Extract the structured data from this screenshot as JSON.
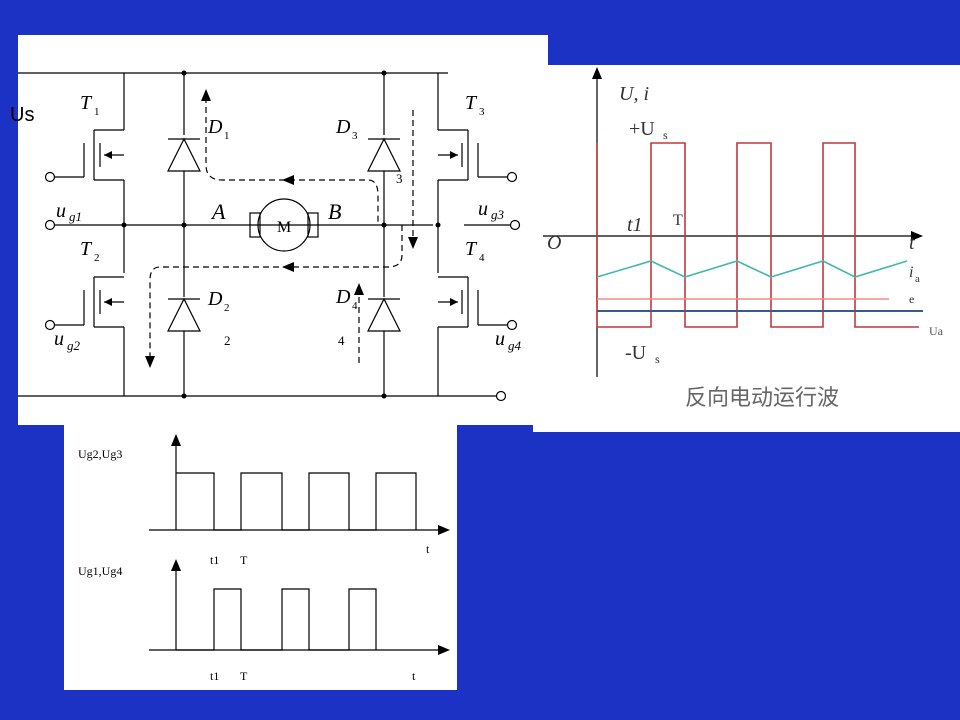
{
  "circuit": {
    "us_label": "Us",
    "t1": "T",
    "t1_sub": "1",
    "t2": "T",
    "t2_sub": "2",
    "t3": "T",
    "t3_sub": "3",
    "t4": "T",
    "t4_sub": "4",
    "d1": "D",
    "d1_sub": "1",
    "d2": "D",
    "d2_sub": "2",
    "d3": "D",
    "d3_sub": "3",
    "d4": "D",
    "d4_sub": "4",
    "ug1": "u",
    "ug1_sub": "g1",
    "ug2": "u",
    "ug2_sub": "g2",
    "ug3": "u",
    "ug3_sub": "g3",
    "ug4": "u",
    "ug4_sub": "g4",
    "node_a": "A",
    "node_b": "B",
    "motor": "M",
    "path_2": "2",
    "path_3": "3",
    "path_4": "4"
  },
  "waveform": {
    "axis_y": "U, i",
    "plus_us": "+U",
    "plus_us_sub": "s",
    "minus_us": "-U",
    "minus_us_sub": "s",
    "origin": "O",
    "t_axis": "t",
    "t1": "t1",
    "T": "T",
    "ia": "i",
    "ia_sub": "a",
    "e": "e",
    "ua": "Ua",
    "caption": "反向电动运行波",
    "colors": {
      "voltage": "#c0393b",
      "current": "#3fb8b0",
      "emf": "#f28b82",
      "ua": "#3a5a8c"
    }
  },
  "gate_timing": {
    "top_label": "Ug2,Ug3",
    "bottom_label": "Ug1,Ug4",
    "top_t1": "t1",
    "top_T": "T",
    "top_t": "t",
    "bottom_t1": "t1",
    "bottom_T": "T",
    "bottom_t": "t"
  }
}
